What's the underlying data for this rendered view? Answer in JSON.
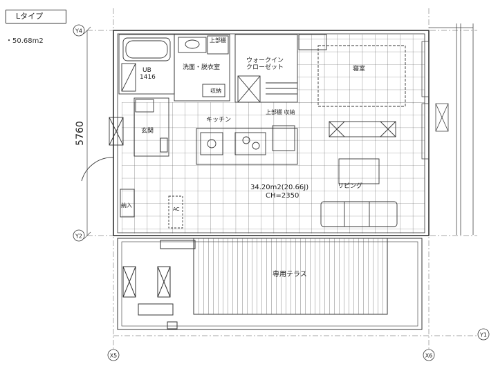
{
  "header": {
    "type_label": "Lタイプ",
    "area": "・50.68m2"
  },
  "grid": {
    "x5": "X5",
    "x6": "X6",
    "y1": "Y1",
    "y2": "Y2",
    "y4": "Y4"
  },
  "dimension": "5760",
  "rooms": {
    "ub": "UB",
    "ub_size": "1416",
    "washroom": "洗面・脱衣室",
    "upper_cabinet": "上部棚",
    "storage_1": "収納",
    "walk_in": "ウォークイン",
    "closet": "クローゼット",
    "bedroom": "寝室",
    "kitchen": "キッチン",
    "upper_shelf_storage": "上部棚 収納",
    "entrance": "玄関",
    "living": "リビング",
    "living_area": "34.20m2(20.66J)",
    "ceiling_height": "CH=2350",
    "inlet": "納入",
    "ac": "AC",
    "terrace": "専用テラス"
  },
  "colors": {
    "line": "#333333",
    "grid": "#888888",
    "fill": "#ffffff"
  }
}
